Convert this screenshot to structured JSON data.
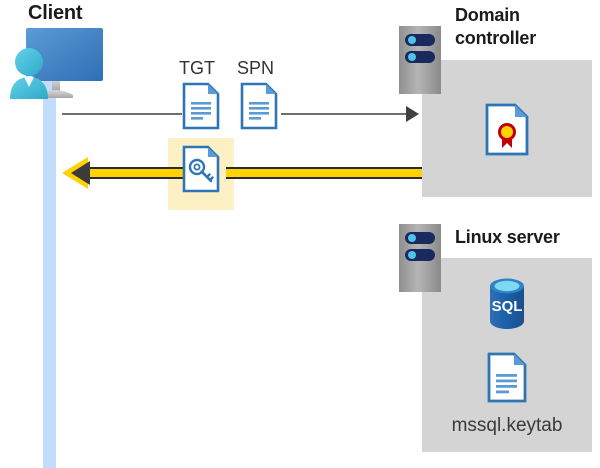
{
  "diagram": {
    "title": "Kerberos authentication flow between client, domain controller and Linux server",
    "colors": {
      "panel_gray": "#d4d4d4",
      "lifeline_blue": "#c2ddfb",
      "highlight_yellow": "#fdf0c4",
      "arrow_yellow": "#ffd200",
      "arrow_gray": "#6e6e6e",
      "doc_blue": "#3a7ebf",
      "sql_blue": "#1b5fa8",
      "server_gray": "#9a9a9a",
      "server_bar_navy": "#1b2a5e",
      "title_text": "#1b1b1b"
    }
  },
  "client": {
    "title": "Client",
    "icon": "user-computer-icon",
    "lifeline": "client-lifeline"
  },
  "domain_controller": {
    "title": "Domain controller",
    "server_icon": "server-rack-icon",
    "contents": [
      {
        "icon": "certificate-document-icon",
        "label": ""
      }
    ]
  },
  "linux_server": {
    "title": "Linux server",
    "server_icon": "server-rack-icon",
    "contents": [
      {
        "icon": "sql-database-icon",
        "label": "SQL"
      },
      {
        "icon": "document-icon",
        "label": "mssql.keytab"
      }
    ]
  },
  "messages": [
    {
      "id": "request",
      "direction": "client-to-domain-controller",
      "style": "thin-gray-arrow",
      "artifacts": [
        {
          "label": "TGT",
          "icon": "document-icon"
        },
        {
          "label": "SPN",
          "icon": "document-icon"
        }
      ]
    },
    {
      "id": "response",
      "direction": "domain-controller-to-client",
      "style": "thick-yellow-arrow",
      "highlighted": "true",
      "artifacts": [
        {
          "label": "",
          "icon": "key-document-icon"
        }
      ]
    }
  ],
  "labels": {
    "tgt": "TGT",
    "spn": "SPN",
    "sql": "SQL",
    "keytab": "mssql.keytab"
  }
}
